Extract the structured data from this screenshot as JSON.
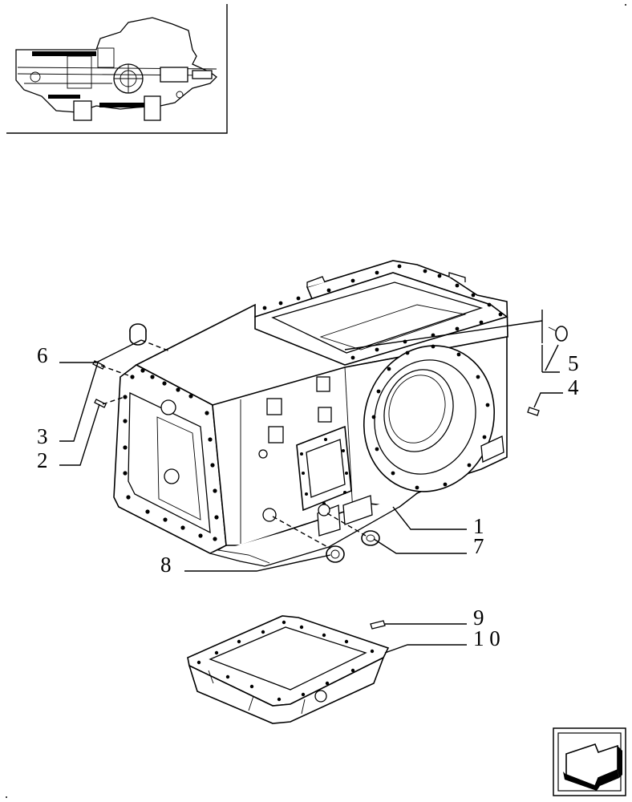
{
  "callouts": [
    {
      "id": "1",
      "label": "1"
    },
    {
      "id": "2",
      "label": "2"
    },
    {
      "id": "3",
      "label": "3"
    },
    {
      "id": "4",
      "label": "4"
    },
    {
      "id": "5",
      "label": "5"
    },
    {
      "id": "6",
      "label": "6"
    },
    {
      "id": "7",
      "label": "7"
    },
    {
      "id": "8",
      "label": "8"
    },
    {
      "id": "9",
      "label": "9"
    },
    {
      "id": "10",
      "label": "1 0"
    }
  ],
  "icons": {
    "thumbnail": "transmission-cutaway-thumbnail",
    "next_page": "next-page-arrow-icon"
  },
  "colors": {
    "line": "#000000",
    "background": "#ffffff"
  }
}
